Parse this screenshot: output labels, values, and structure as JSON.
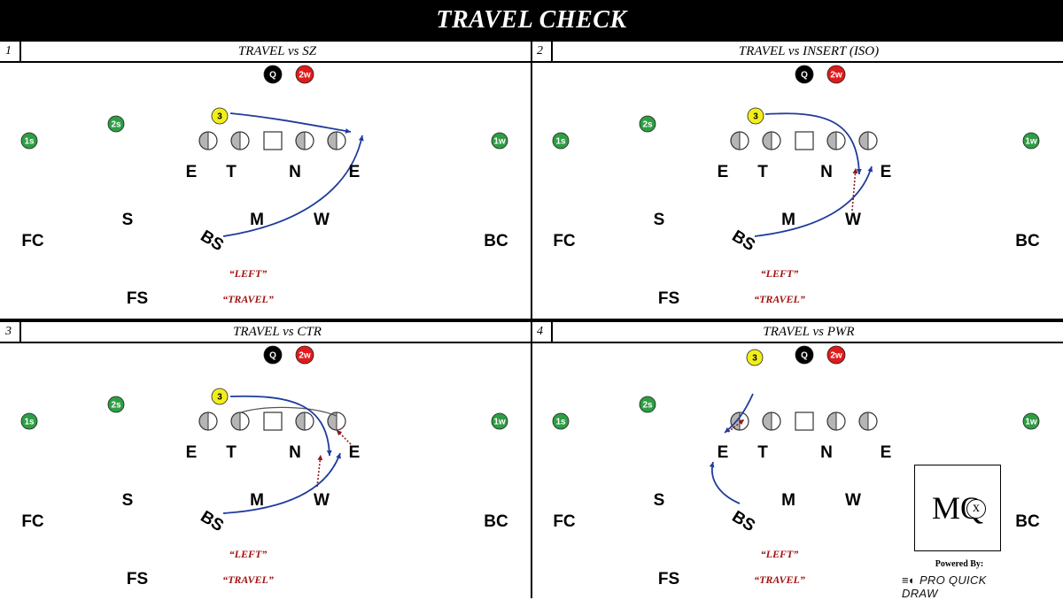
{
  "title": "TRAVEL CHECK",
  "colors": {
    "header_bg": "#000000",
    "green": "#2e9e44",
    "red": "#e01b1b",
    "yellow": "#f2ee1a",
    "route": "#1f3c9c",
    "dotted": "#8b1a1a",
    "call_text": "#a01414"
  },
  "panels": [
    {
      "number": "1",
      "title": "TRAVEL vs SZ"
    },
    {
      "number": "2",
      "title": "TRAVEL vs INSERT (ISO)"
    },
    {
      "number": "3",
      "title": "TRAVEL vs CTR"
    },
    {
      "number": "4",
      "title": "TRAVEL vs PWR"
    }
  ],
  "players": {
    "q": "Q",
    "two_w": "2w",
    "three": "3",
    "one_s": "1s",
    "two_s": "2s",
    "one_w": "1w",
    "e": "E",
    "t": "T",
    "n": "N",
    "s": "S",
    "m": "M",
    "w": "W",
    "bs": "BS",
    "fc": "FC",
    "bc": "BC",
    "fs": "FS"
  },
  "calls": {
    "left": "“LEFT”",
    "travel": "“TRAVEL”"
  },
  "logo": {
    "letters": "MQ",
    "x": "x",
    "powered_by": "Powered By:",
    "brand": "PRO QUICK DRAW"
  }
}
